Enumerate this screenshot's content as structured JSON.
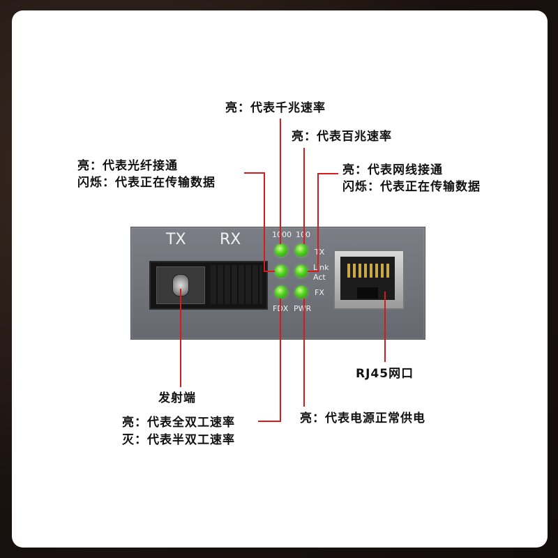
{
  "callouts": {
    "gigabit": "亮：代表千兆速率",
    "fast": "亮：代表百兆速率",
    "fiber_on": "亮：代表光纤接通",
    "fiber_blink": "闪烁：代表正在传输数据",
    "net_on": "亮：代表网线接通",
    "net_blink": "闪烁：代表正在传输数据",
    "rj45": "RJ45网口",
    "tx": "发射端",
    "fdx_on": "亮：代表全双工速率",
    "fdx_off": "灭：代表半双工速率",
    "pwr": "亮：代表电源正常供电"
  },
  "device": {
    "tx": "TX",
    "rx": "RX",
    "led_1000": "1000",
    "led_100": "100",
    "led_tx": "TX",
    "led_link": "Link",
    "led_act": "Act",
    "led_fx": "FX",
    "led_fdx": "FDX",
    "led_pwr": "PWR"
  },
  "colors": {
    "leader": "#d81a1a",
    "led_green": "#50d020",
    "device": "#707379"
  }
}
